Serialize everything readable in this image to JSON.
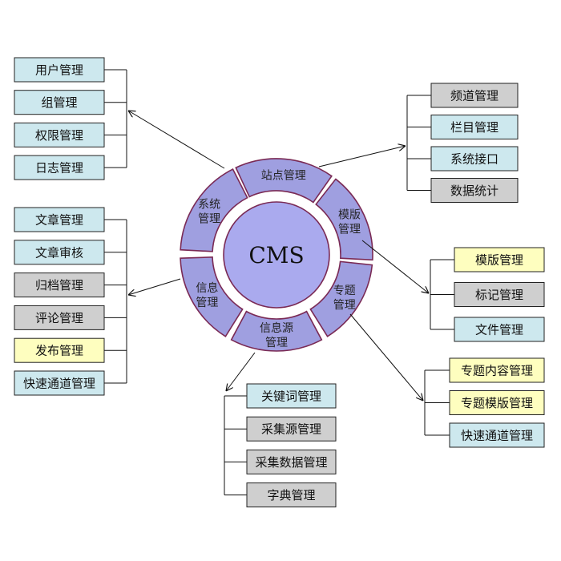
{
  "colors": {
    "cyan": "#cde8ee",
    "yellow": "#fefebf",
    "gray": "#cfcfcf",
    "ring": "#9f9fe0",
    "ring_border": "#7a2a55",
    "center": "#aaaaee"
  },
  "center": {
    "label": "CMS"
  },
  "segments": [
    {
      "id": "site",
      "lines": [
        "站点管理"
      ]
    },
    {
      "id": "template",
      "lines": [
        "模版",
        "管理"
      ]
    },
    {
      "id": "topic",
      "lines": [
        "专题",
        "管理"
      ]
    },
    {
      "id": "source",
      "lines": [
        "信息源",
        "管理"
      ]
    },
    {
      "id": "info",
      "lines": [
        "信息",
        "管理"
      ]
    },
    {
      "id": "system",
      "lines": [
        "系统",
        "管理"
      ]
    }
  ],
  "groups": {
    "system": [
      {
        "label": "用户管理",
        "color": "cyan"
      },
      {
        "label": "组管理",
        "color": "cyan"
      },
      {
        "label": "权限管理",
        "color": "cyan"
      },
      {
        "label": "日志管理",
        "color": "cyan"
      }
    ],
    "site": [
      {
        "label": "频道管理",
        "color": "gray"
      },
      {
        "label": "栏目管理",
        "color": "cyan"
      },
      {
        "label": "系统接口",
        "color": "cyan"
      },
      {
        "label": "数据统计",
        "color": "gray"
      }
    ],
    "info": [
      {
        "label": "文章管理",
        "color": "cyan"
      },
      {
        "label": "文章审核",
        "color": "cyan"
      },
      {
        "label": "归档管理",
        "color": "gray"
      },
      {
        "label": "评论管理",
        "color": "gray"
      },
      {
        "label": "发布管理",
        "color": "yellow"
      },
      {
        "label": "快速通道管理",
        "color": "cyan"
      }
    ],
    "template": [
      {
        "label": "模版管理",
        "color": "yellow"
      },
      {
        "label": "标记管理",
        "color": "gray"
      },
      {
        "label": "文件管理",
        "color": "cyan"
      }
    ],
    "topic": [
      {
        "label": "专题内容管理",
        "color": "yellow"
      },
      {
        "label": "专题模版管理",
        "color": "yellow"
      },
      {
        "label": "快速通道管理",
        "color": "cyan"
      }
    ],
    "source": [
      {
        "label": "关键词管理",
        "color": "cyan"
      },
      {
        "label": "采集源管理",
        "color": "gray"
      },
      {
        "label": "采集数据管理",
        "color": "gray"
      },
      {
        "label": "字典管理",
        "color": "gray"
      }
    ]
  }
}
